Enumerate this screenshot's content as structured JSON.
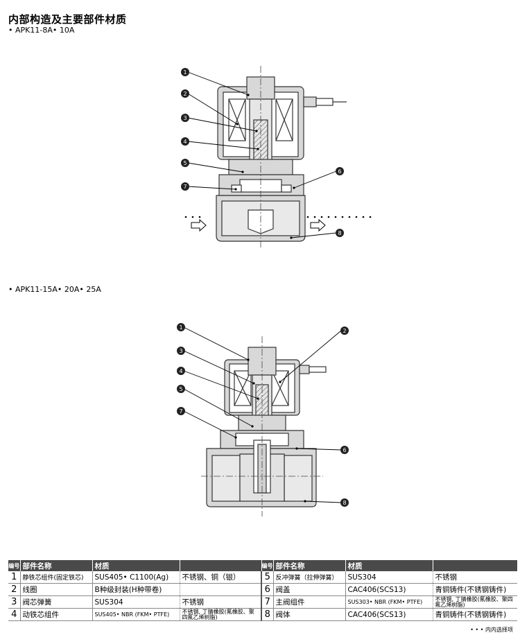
{
  "page": {
    "title": "内部构造及主要部件材质",
    "subtitle_1": "• APK11-8A• 10A",
    "subtitle_2": "• APK11-15A• 20A• 25A",
    "footnote": "• • • 内内选择项"
  },
  "figure_1": {
    "callouts": [
      "1",
      "2",
      "3",
      "4",
      "5",
      "6",
      "7",
      "8"
    ]
  },
  "figure_2": {
    "callouts": [
      "1",
      "2",
      "3",
      "4",
      "5",
      "6",
      "7",
      "8"
    ]
  },
  "parts_table": {
    "headers": [
      "编号",
      "部件名称",
      "材质",
      "",
      "编号",
      "部件名称",
      "材质",
      ""
    ],
    "rows": [
      {
        "no_l": "1",
        "name_l": "静铁芯组件(固定铁芯)",
        "mat_l": "SUS405• C1100(Ag)",
        "note_l": "不锈钢、铜（银）",
        "no_r": "5",
        "name_r": "反冲弹簧（拉伸弹簧）",
        "mat_r": "SUS304",
        "note_r": "不锈钢"
      },
      {
        "no_l": "2",
        "name_l": "线圈",
        "mat_l": "B种级封装(H种带卷)",
        "note_l": "",
        "no_r": "6",
        "name_r": "阀盖",
        "mat_r": "CAC406(SCS13)",
        "note_r": "青铜铸件(不锈钢铸件)"
      },
      {
        "no_l": "3",
        "name_l": "阀芯弹簧",
        "mat_l": "SUS304",
        "note_l": "不锈钢",
        "no_r": "7",
        "name_r": "主阀组件",
        "mat_r": "SUS303• NBR (FKM• PTFE)",
        "note_r": "不锈钢, 丁腈橡胶(氟橡胶、聚四氟乙烯树脂)"
      },
      {
        "no_l": "4",
        "name_l": "动铁芯组件",
        "mat_l": "SUS405• NBR (FKM• PTFE)",
        "note_l": "不锈钢, 丁腈橡胶(氟橡胶、聚四氟乙烯树脂)",
        "no_r": "8",
        "name_r": "阀体",
        "mat_r": "CAC406(SCS13)",
        "note_r": "青铜铸件(不锈钢铸件)"
      }
    ]
  }
}
